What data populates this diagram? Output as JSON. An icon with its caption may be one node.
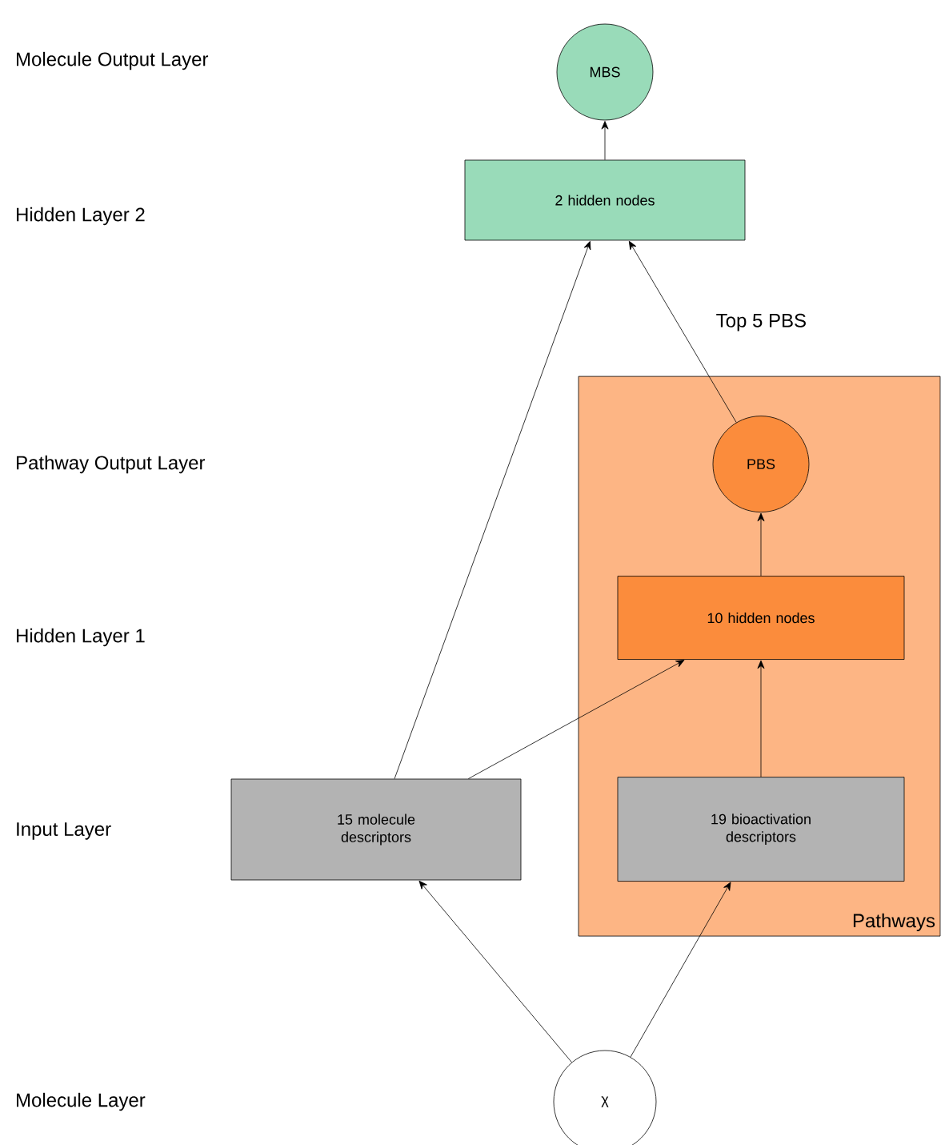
{
  "diagram": {
    "nodes": [
      {
        "text": [
          "MBS"
        ]
      },
      {
        "text": [
          "2 hidden nodes"
        ]
      },
      {
        "text": [
          "Pathways"
        ]
      },
      {
        "text": [
          "PBS"
        ],
        "in": 2
      },
      {
        "text": [
          "10 hidden nodes"
        ],
        "in": 2
      },
      {
        "text": [
          "19 bioactivation descriptors"
        ],
        "in": 2
      },
      {
        "text": [
          "15 molecule descriptors"
        ]
      },
      {
        "text": [
          "χ"
        ]
      }
    ],
    "edges": [
      {
        "from": 1,
        "to": 0,
        "arrow": "to"
      },
      {
        "from": 3,
        "to": 1,
        "arrow": "to",
        "label": "Top 5 PBS"
      },
      {
        "from": 4,
        "to": 3,
        "arrow": "to"
      },
      {
        "from": 5,
        "to": 4,
        "arrow": "to"
      },
      {
        "from": 6,
        "to": 1,
        "arrow": "to"
      },
      {
        "from": 6,
        "to": 4,
        "arrow": "to"
      },
      {
        "from": 7,
        "to": 6,
        "arrow": "to"
      },
      {
        "from": 7,
        "to": 5,
        "arrow": "to"
      }
    ],
    "labels": [
      "Molecule Output Layer",
      "Hidden Layer 2",
      "Pathway Output Layer",
      "Hidden Layer 1",
      "Input Layer",
      "Molecule Layer"
    ]
  }
}
